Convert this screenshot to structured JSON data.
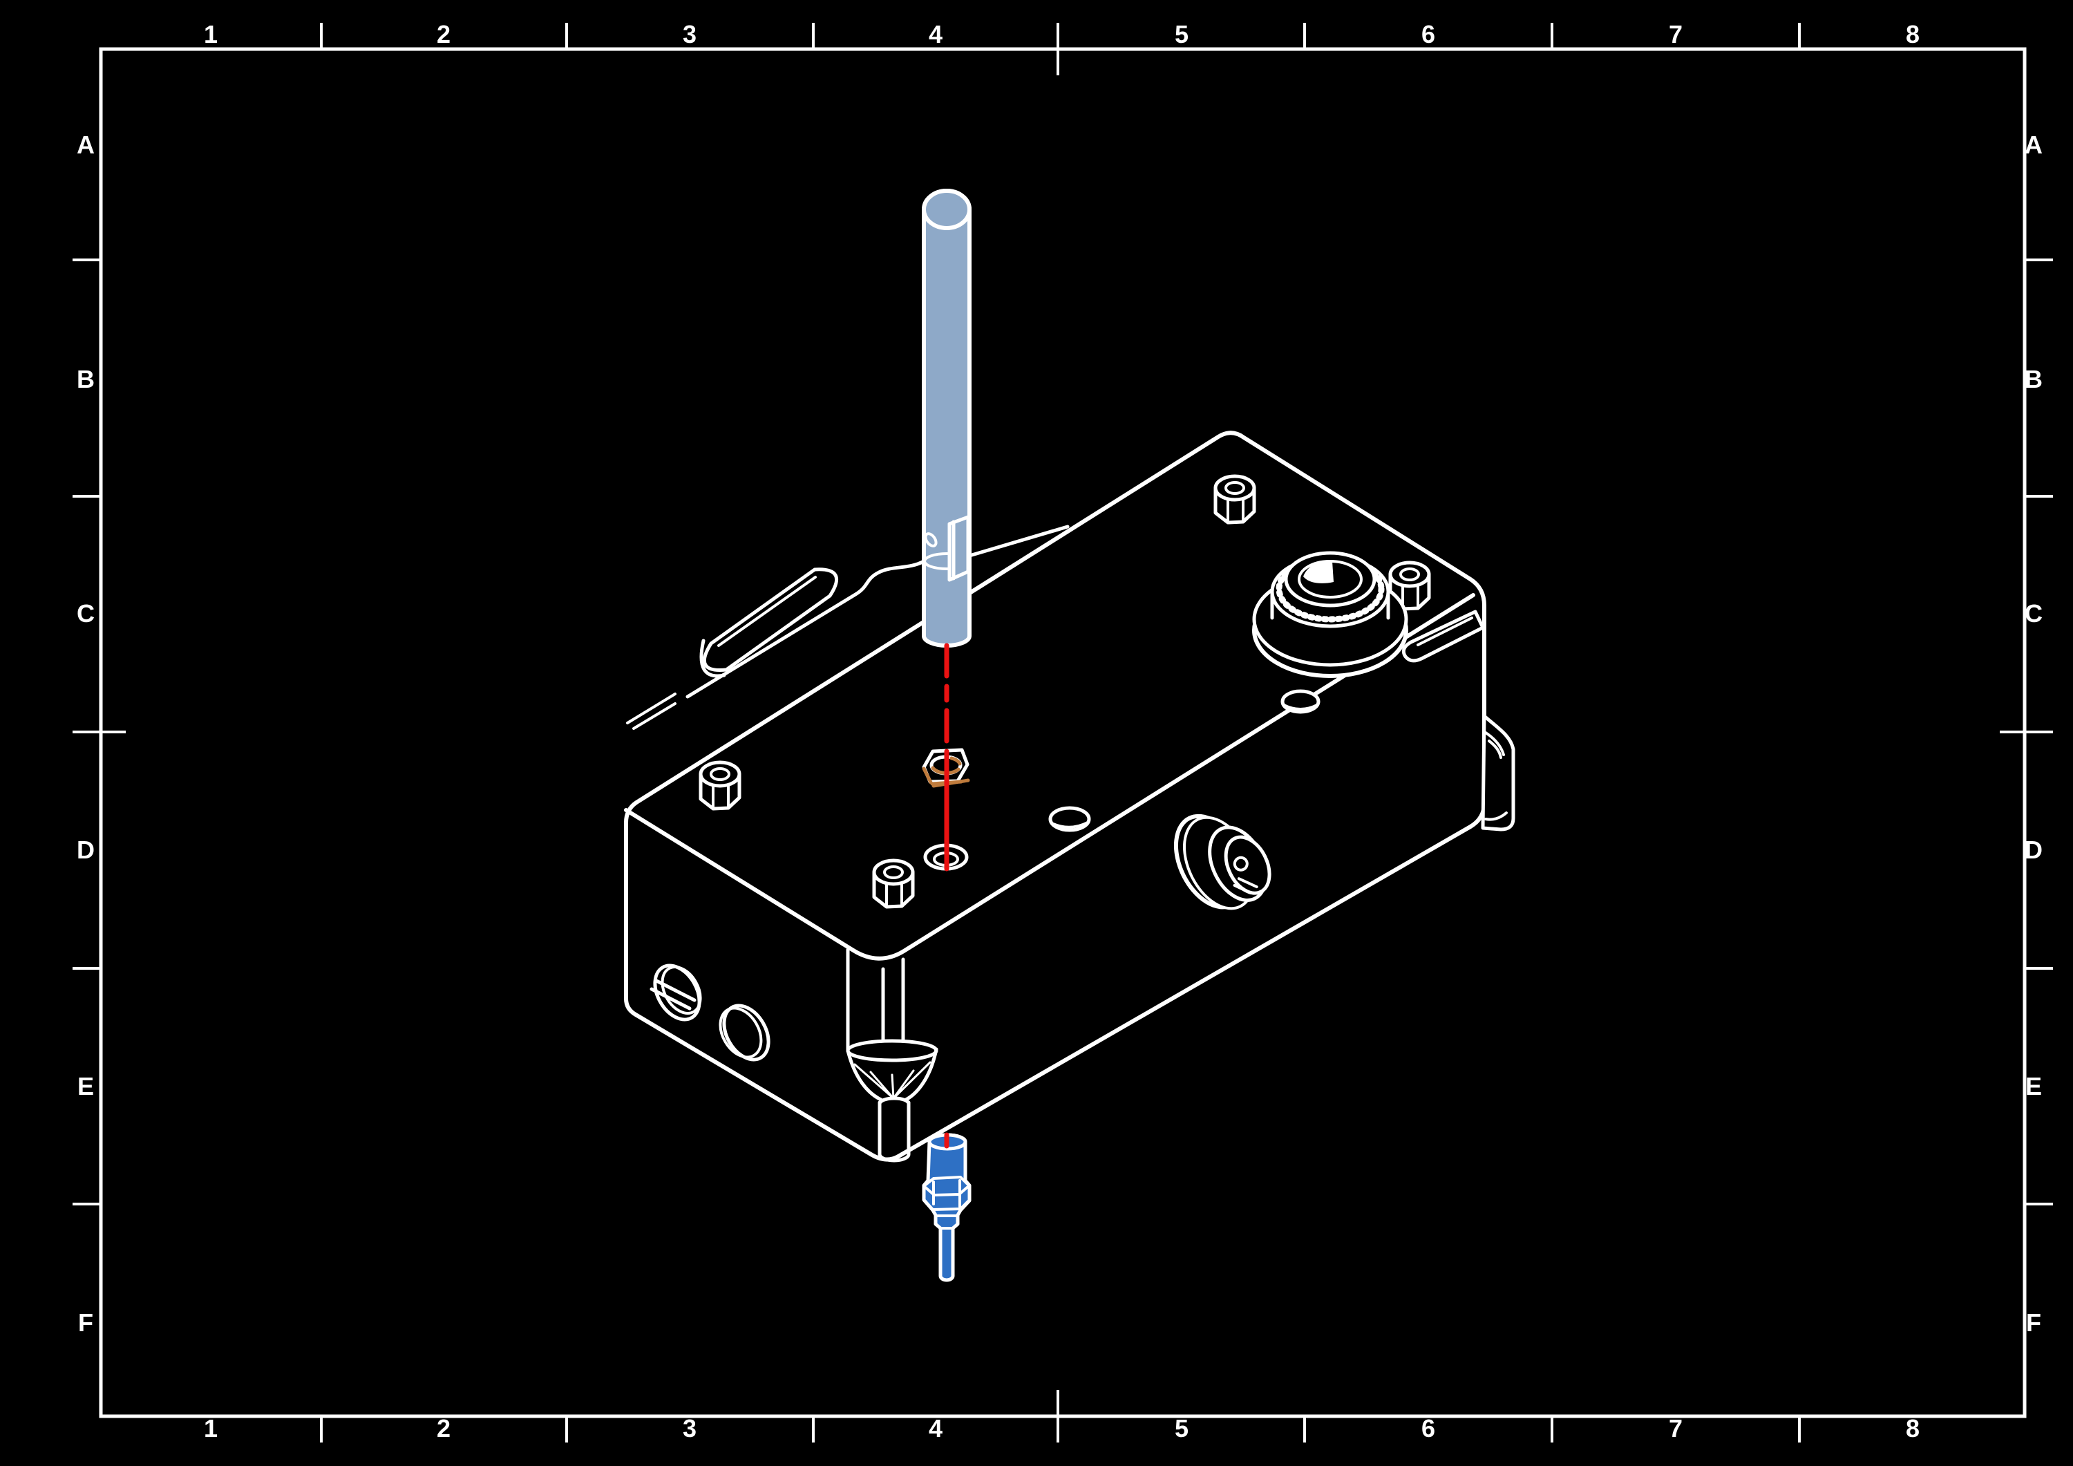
{
  "sheet": {
    "background": "#000000",
    "frame_color": "#ffffff",
    "description": "isometric-exploded-assembly-drawing"
  },
  "grid": {
    "columns": [
      "1",
      "2",
      "3",
      "4",
      "5",
      "6",
      "7",
      "8"
    ],
    "rows": [
      "A",
      "B",
      "C",
      "D",
      "E",
      "F"
    ]
  },
  "drawing": {
    "parts": [
      {
        "name": "manifold-block",
        "line_color": "#ffffff"
      },
      {
        "name": "dowel-pin-cylinder",
        "fill_color": "#8ea9c8"
      },
      {
        "name": "jam-nut",
        "line_color": "#ffffff",
        "accent_color": "#bf7b3c"
      },
      {
        "name": "bleed-fitting",
        "fill_color": "#2e70c4"
      },
      {
        "name": "centerline",
        "color": "#ea1212",
        "style": "dashed"
      }
    ],
    "colors": {
      "pin_blue": "#8ea9c8",
      "fitting_blue": "#2e70c4",
      "centerline_red": "#ea1212",
      "chamfer_tan": "#bf7b3c",
      "line_white": "#ffffff"
    }
  }
}
